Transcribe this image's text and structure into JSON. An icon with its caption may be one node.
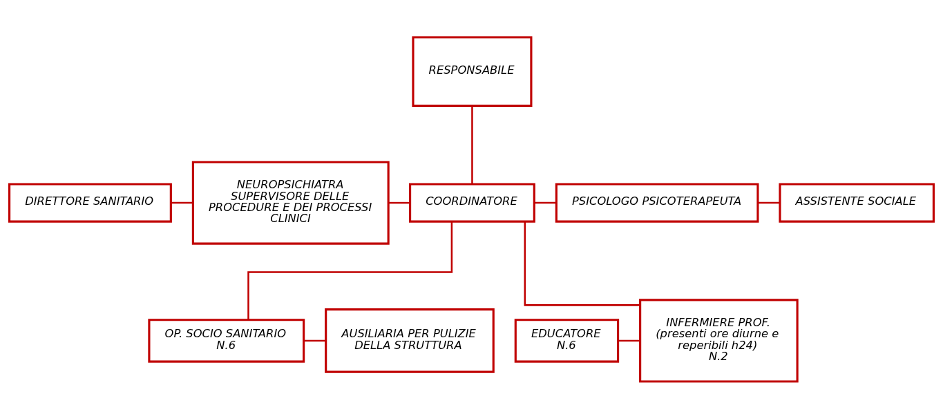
{
  "diagram": {
    "nodes": [
      {
        "text": [
          "RESPONSABILE"
        ]
      },
      {
        "text": [
          "DIRETTORE SANITARIO"
        ]
      },
      {
        "text": [
          "NEUROPSICHIATRA SUPERVISORE DELLE PROCEDURE E DEI PROCESSI CLINICI"
        ]
      },
      {
        "text": [
          "COORDINATORE"
        ]
      },
      {
        "text": [
          "PSICOLOGO PSICOTERAPEUTA"
        ]
      },
      {
        "text": [
          "ASSISTENTE SOCIALE"
        ]
      },
      {
        "text": [
          "EDUCATORE",
          "N.6"
        ]
      },
      {
        "text": [
          "INFERMIERE PROF.",
          "(presenti ore diurne e reperibili h24)",
          "N.2"
        ]
      },
      {
        "text": [
          "OP. SOCIO SANITARIO",
          "N.6"
        ]
      },
      {
        "text": [
          "AUSILIARIA PER PULIZIE DELLA STRUTTURA"
        ]
      }
    ],
    "edges": [
      {
        "from": 0,
        "to": 3,
        "arrow": "none"
      },
      {
        "from": 1,
        "to": 2,
        "arrow": "none"
      },
      {
        "from": 2,
        "to": 3,
        "arrow": "none"
      },
      {
        "from": 3,
        "to": 4,
        "arrow": "none"
      },
      {
        "from": 4,
        "to": 5,
        "arrow": "none"
      },
      {
        "from": 3,
        "to": 7,
        "arrow": "none"
      },
      {
        "from": 3,
        "to": 8,
        "arrow": "none"
      },
      {
        "from": 6,
        "to": 7,
        "arrow": "none"
      },
      {
        "from": 8,
        "to": 9,
        "arrow": "none"
      }
    ]
  }
}
